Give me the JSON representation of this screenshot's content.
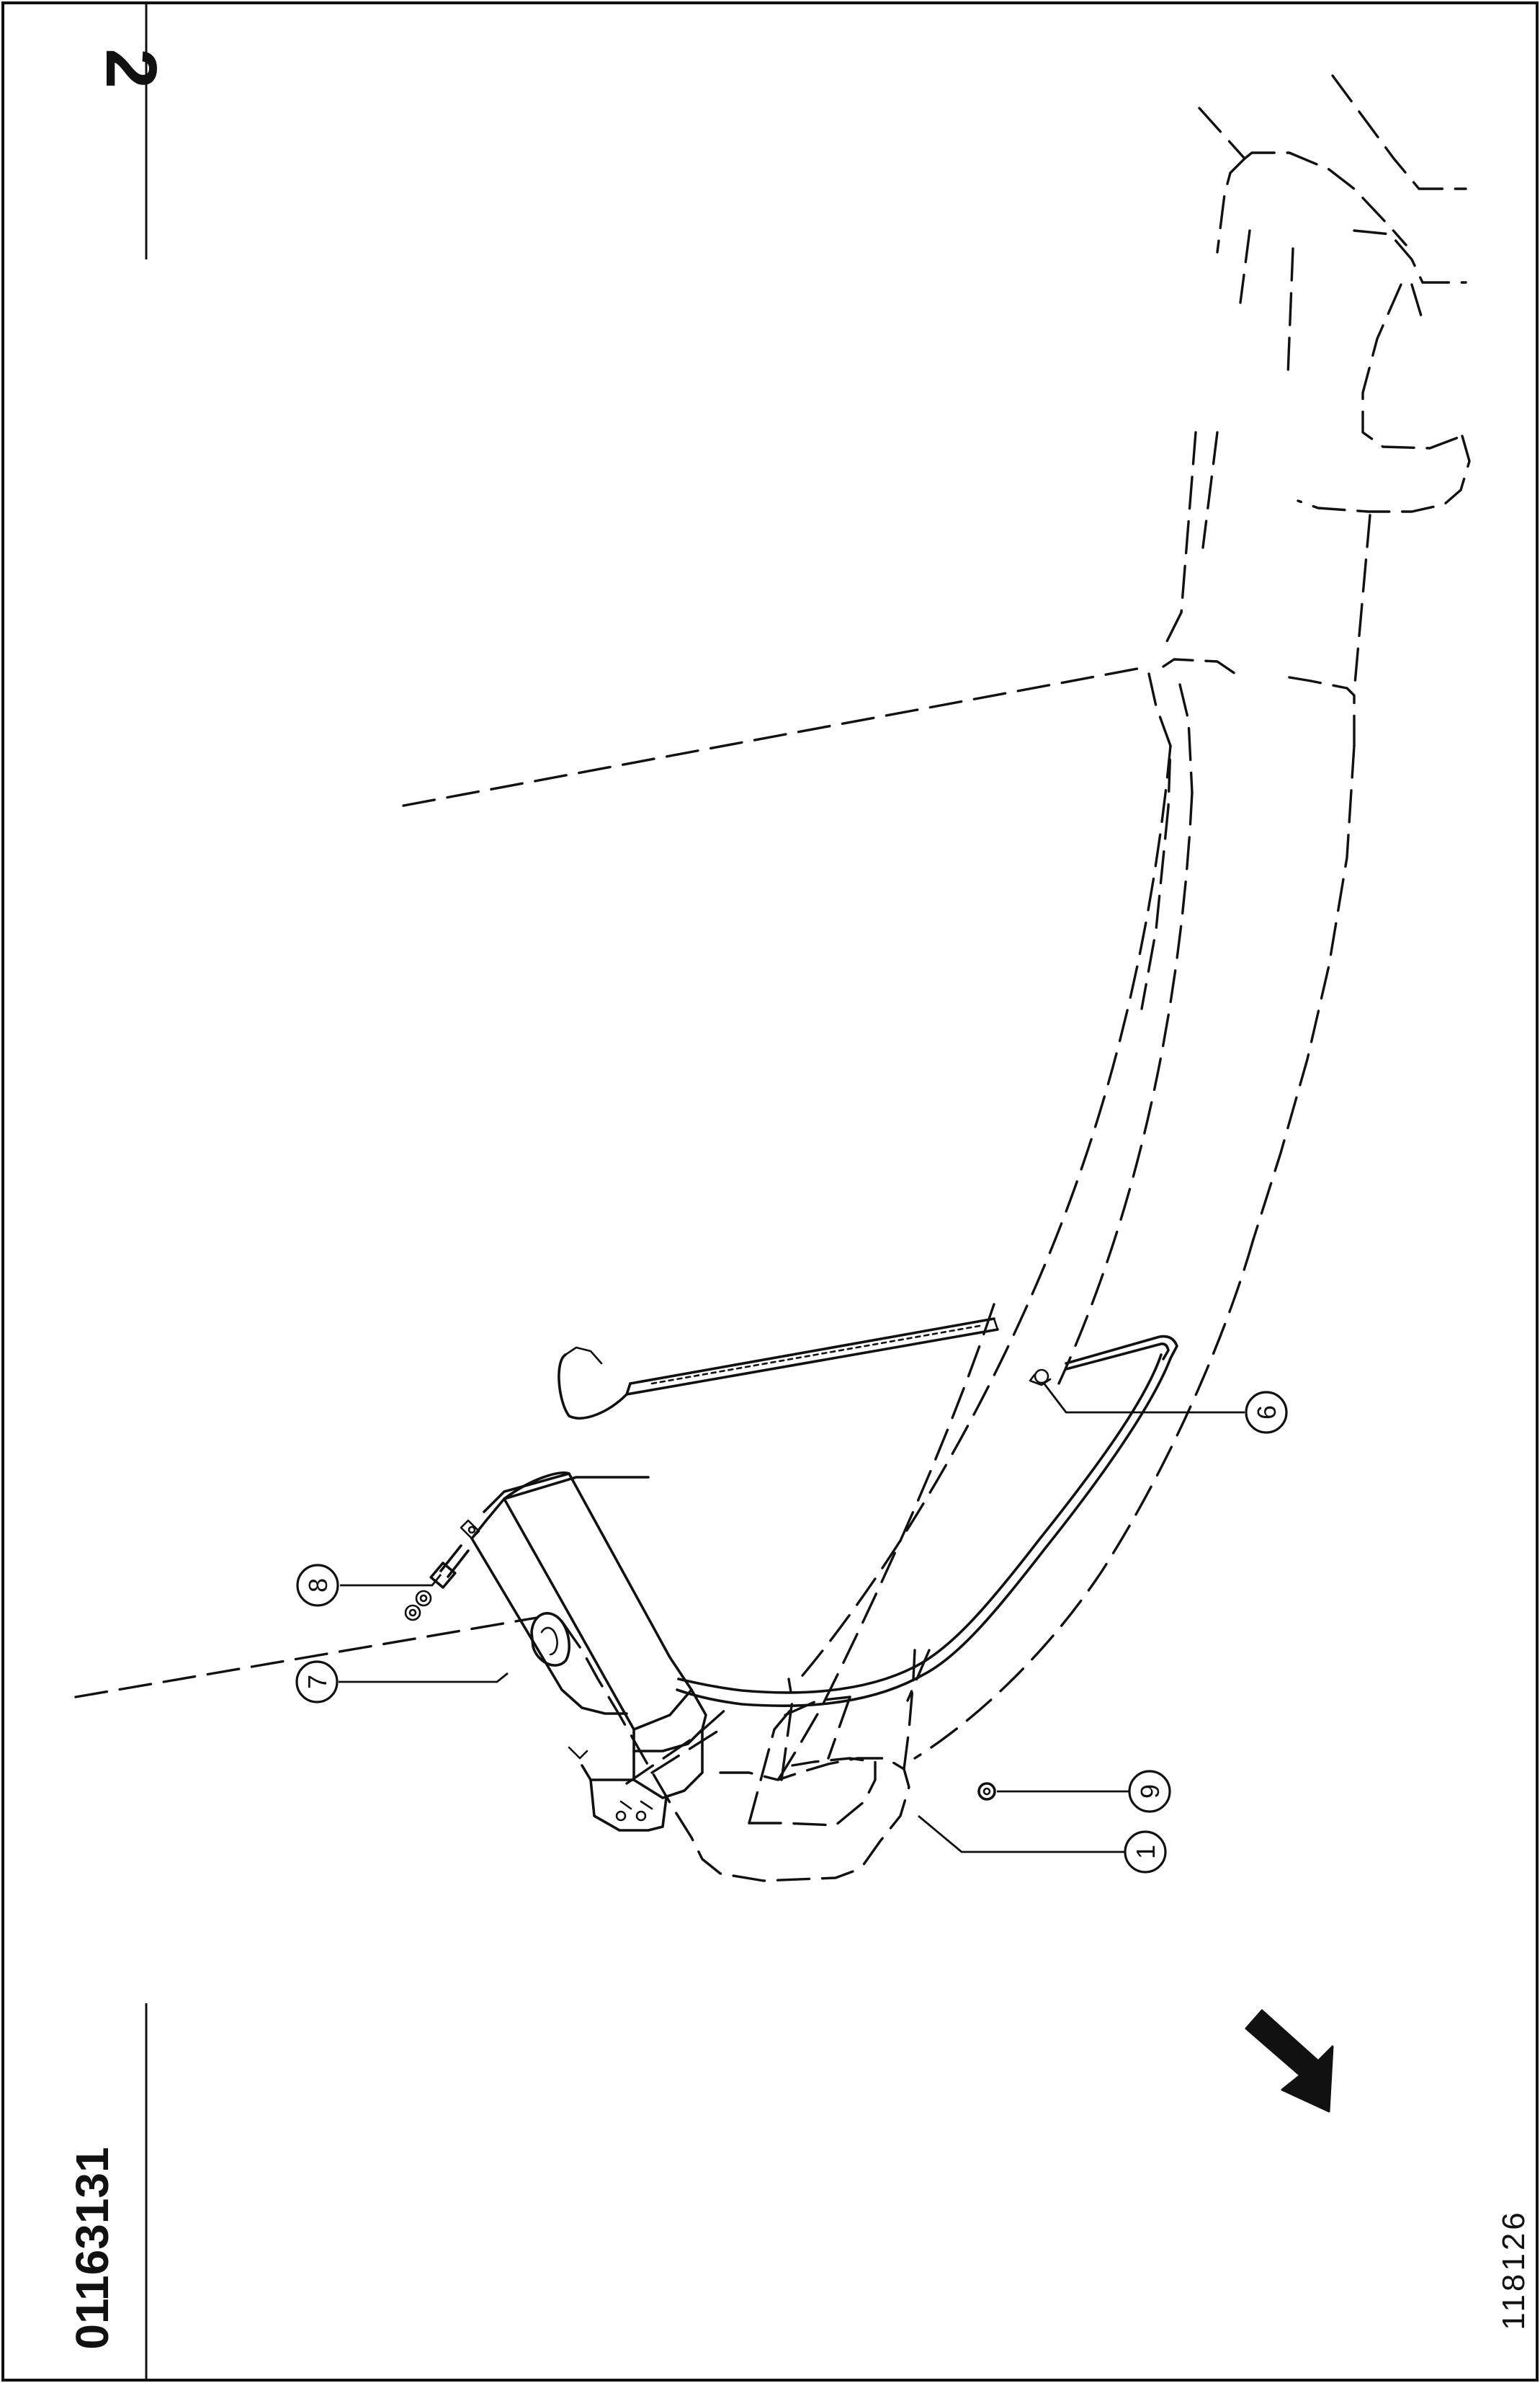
{
  "sheet": {
    "part_number": "01163131",
    "page_number": "2",
    "drawing_number": "118126"
  },
  "callouts": [
    {
      "id": "callout-1",
      "label": "1"
    },
    {
      "id": "callout-6",
      "label": "6"
    },
    {
      "id": "callout-7",
      "label": "7"
    },
    {
      "id": "callout-8",
      "label": "8"
    },
    {
      "id": "callout-9",
      "label": "9"
    }
  ],
  "colors": {
    "ink": "#111111",
    "paper": "#ffffff"
  },
  "icons": {
    "direction_arrow": "arrow-icon"
  }
}
